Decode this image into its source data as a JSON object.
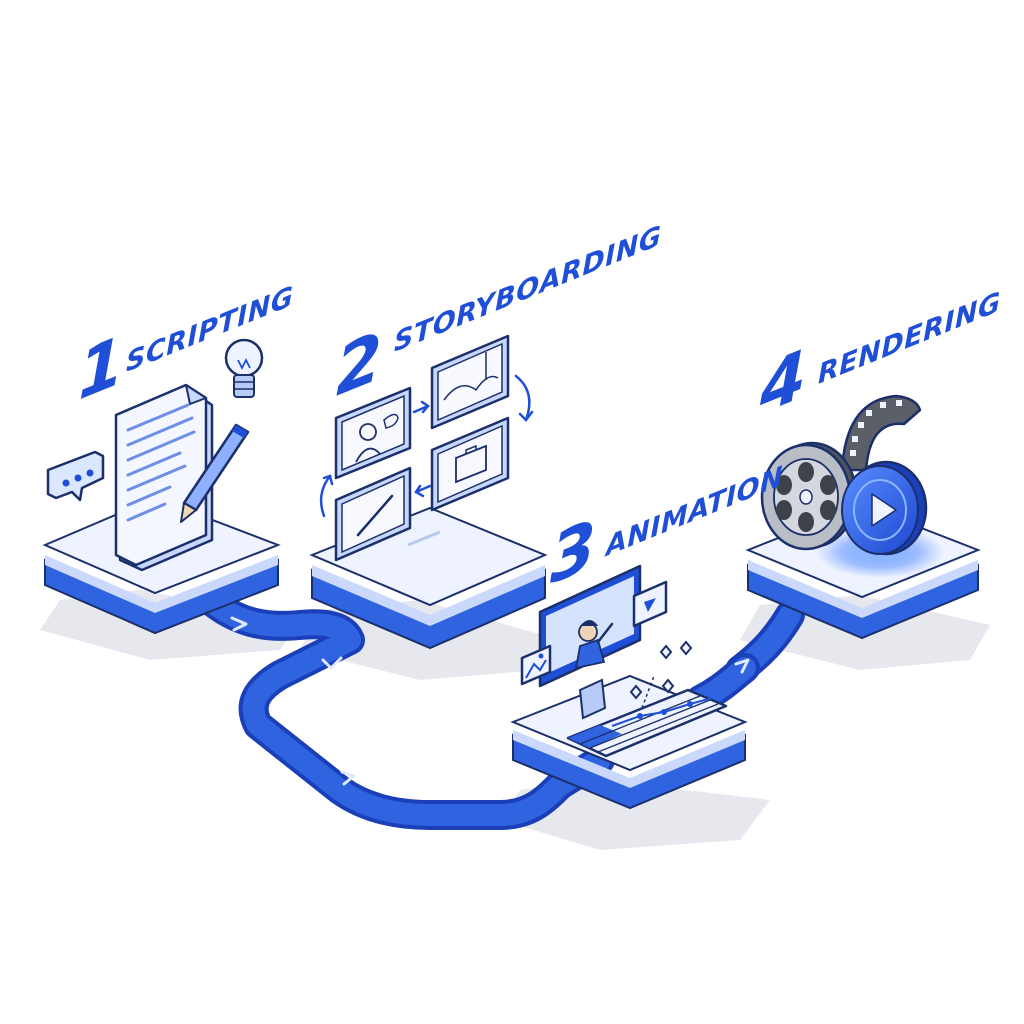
{
  "steps": [
    {
      "number": "1",
      "label": "SCRIPTING"
    },
    {
      "number": "2",
      "label": "STORYBOARDING"
    },
    {
      "number": "3",
      "label": "ANIMATION"
    },
    {
      "number": "4",
      "label": "RENDERING"
    }
  ],
  "colors": {
    "accent": "#1f4fd6",
    "platform_top": "#eef3ff",
    "platform_side": "#2f63e0",
    "outline": "#1b2f6b",
    "shadow": "#e4e6ec"
  },
  "icons": {
    "step_1": [
      "chat-bubble-icon",
      "document-icon",
      "pencil-icon",
      "lightbulb-icon"
    ],
    "step_2": [
      "storyboard-frame-person-icon",
      "storyboard-frame-scene-icon",
      "storyboard-frame-pencil-icon",
      "storyboard-frame-briefcase-icon",
      "cycle-arrow-icon"
    ],
    "step_3": [
      "monitor-icon",
      "animator-figure-icon",
      "image-icon",
      "video-icon",
      "keyframe-icon",
      "timeline-icon"
    ],
    "step_4": [
      "film-reel-icon",
      "film-strip-icon",
      "play-button-icon"
    ],
    "connectors": [
      "flow-path",
      "chevron-arrow-icon"
    ]
  }
}
